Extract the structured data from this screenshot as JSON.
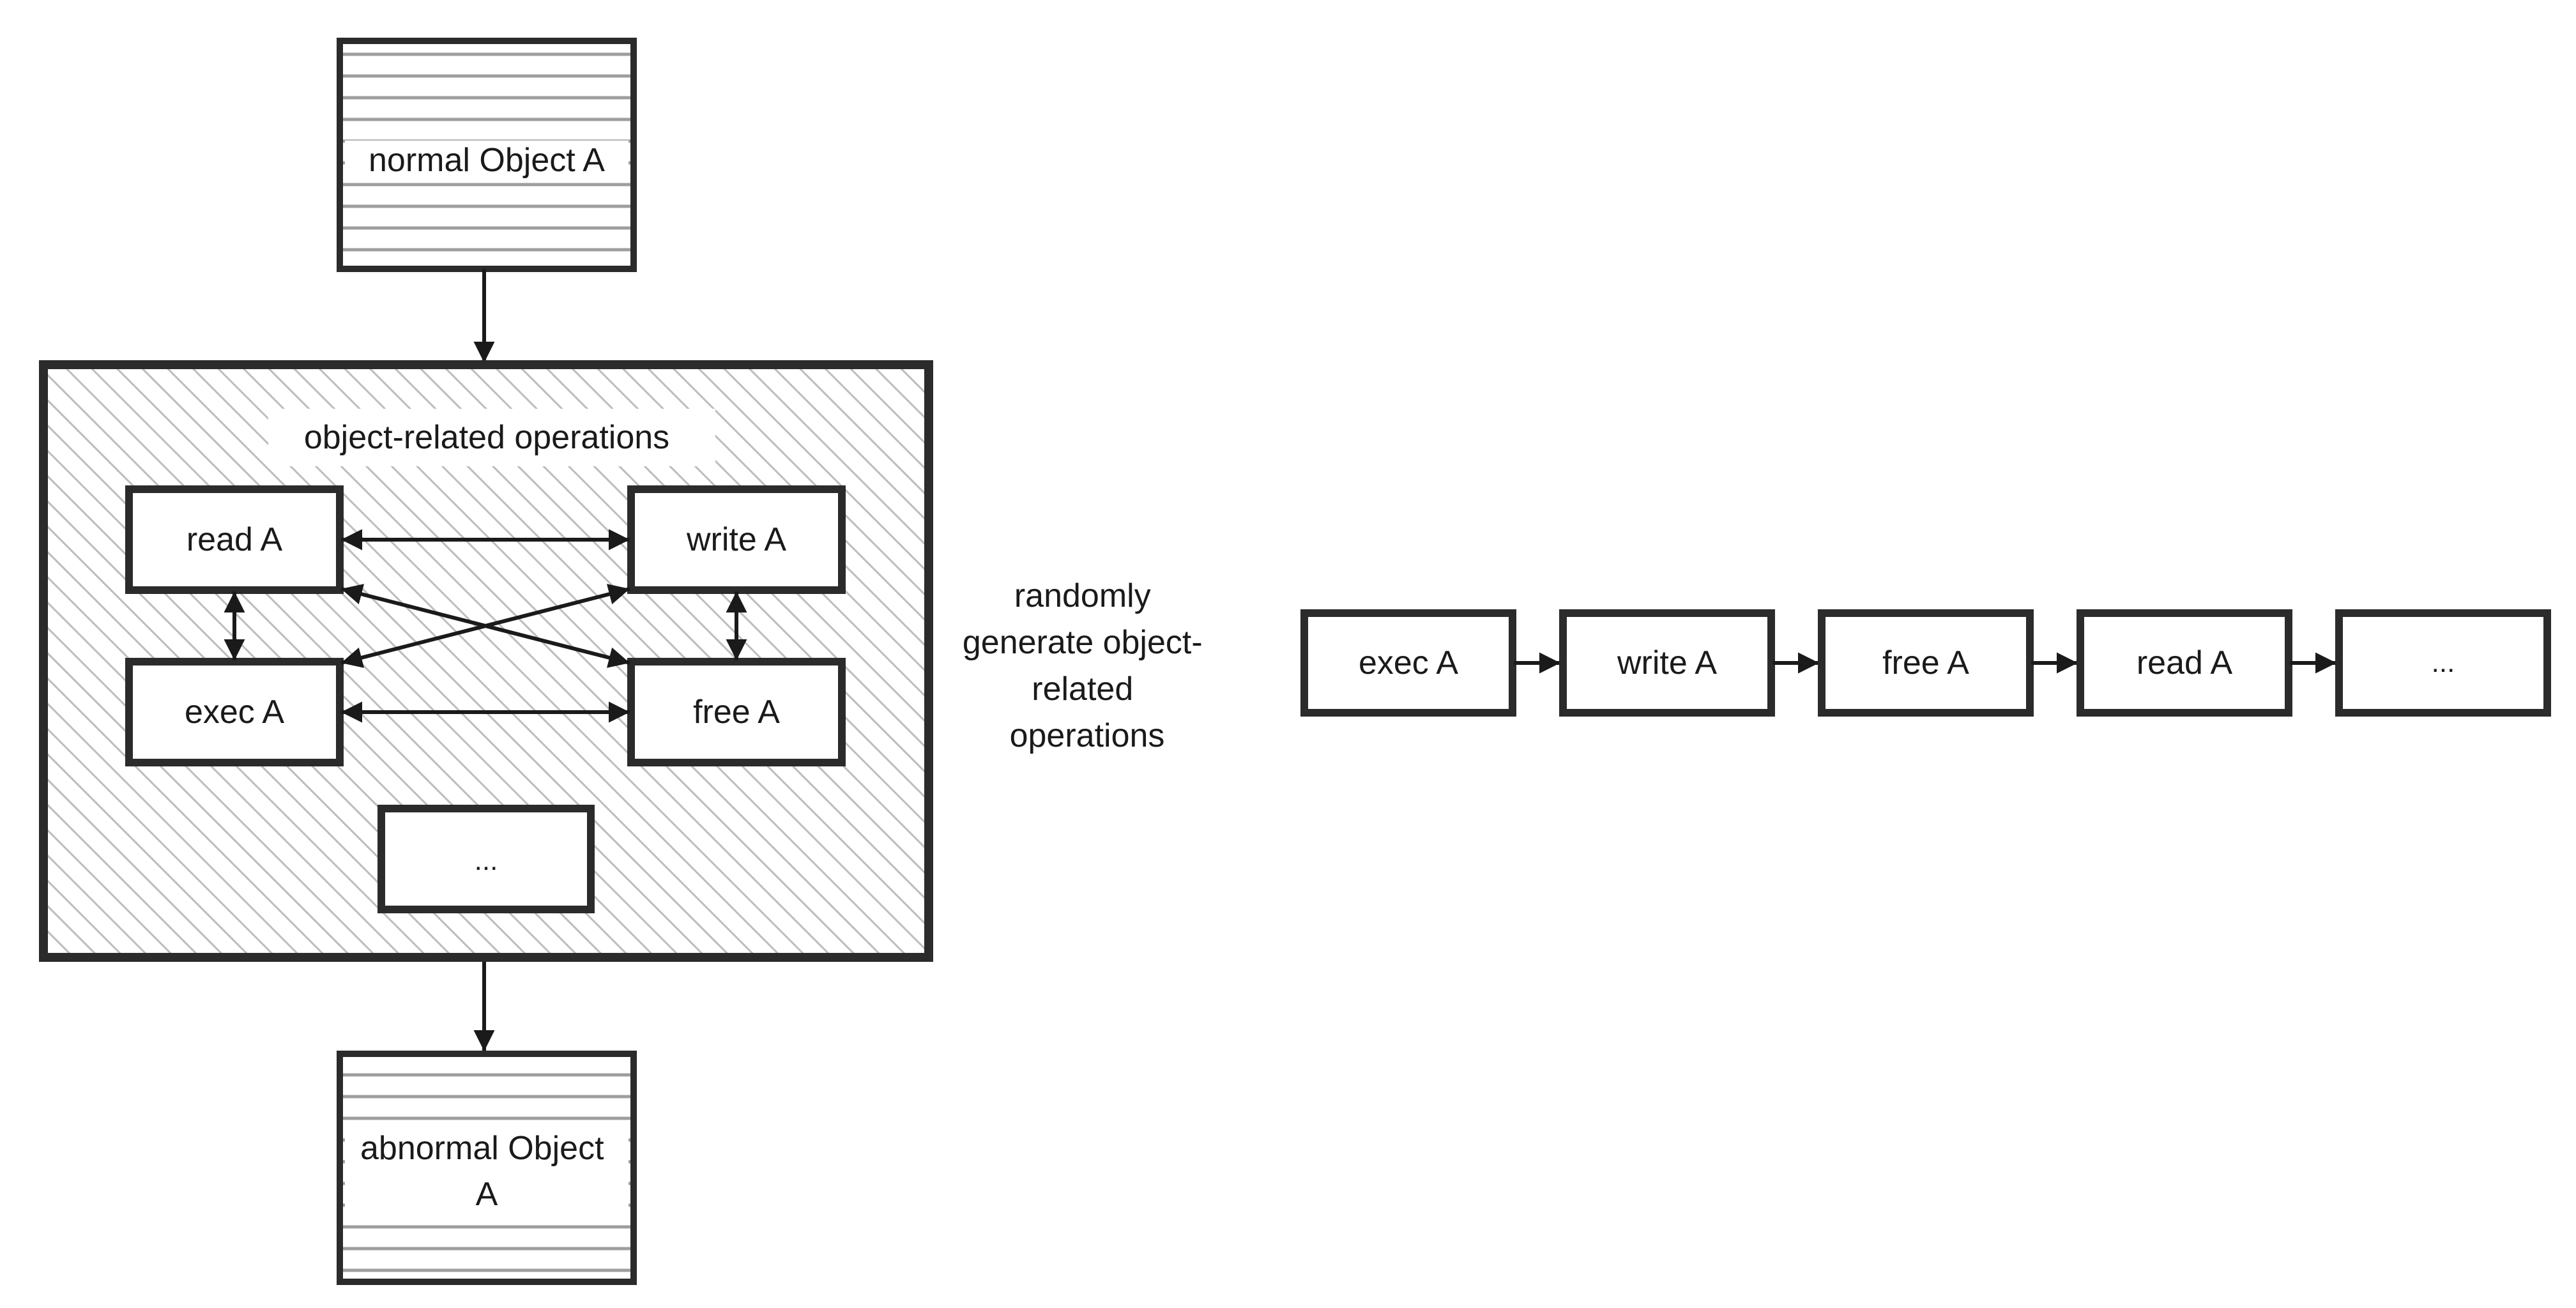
{
  "diagram": {
    "normal_object": "normal Object A",
    "container_title": "object-related operations",
    "ops": {
      "read": "read A",
      "write": "write A",
      "exec": "exec A",
      "free": "free A",
      "more": "..."
    },
    "abnormal_object_lines": [
      "abnormal Object",
      "A"
    ],
    "random_label_lines": [
      "randomly",
      "generate object-",
      "related",
      "operations"
    ],
    "sequence": [
      "exec A",
      "write A",
      "free A",
      "read A",
      "..."
    ]
  },
  "colors": {
    "stroke": "#2b2b2b",
    "hatch": "#bdbdbd",
    "stripe": "#9e9e9e",
    "text": "#1a1a1a"
  }
}
